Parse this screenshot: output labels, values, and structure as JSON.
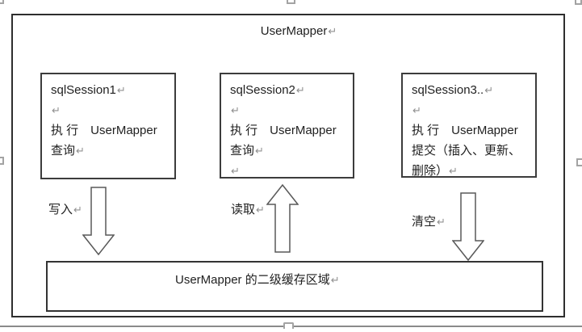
{
  "title": {
    "text": "UserMapper",
    "mark": "↵"
  },
  "session_boxes": [
    {
      "id": "sqlSession1",
      "lines": [
        {
          "t": "sqlSession1",
          "m": "↵"
        },
        {
          "t": "",
          "m": "↵"
        },
        {
          "t": "执 行　UserMapper",
          "m": ""
        },
        {
          "t": "查询",
          "m": "↵"
        }
      ]
    },
    {
      "id": "sqlSession2",
      "lines": [
        {
          "t": "sqlSession2",
          "m": "↵"
        },
        {
          "t": "",
          "m": "↵"
        },
        {
          "t": "执 行　UserMapper",
          "m": ""
        },
        {
          "t": "查询",
          "m": "↵"
        },
        {
          "t": "",
          "m": "↵"
        }
      ]
    },
    {
      "id": "sqlSession3",
      "lines": [
        {
          "t": "sqlSession3..",
          "m": "↵"
        },
        {
          "t": "",
          "m": "↵"
        },
        {
          "t": "执 行　UserMapper",
          "m": ""
        },
        {
          "t": "提交（插入、更新、",
          "m": ""
        },
        {
          "t": "删除）",
          "m": "↵"
        }
      ]
    }
  ],
  "arrows": [
    {
      "label": "写入",
      "mark": "↵",
      "direction": "down"
    },
    {
      "label": "读取",
      "mark": "↵",
      "direction": "up"
    },
    {
      "label": "清空",
      "mark": "↵",
      "direction": "down"
    }
  ],
  "cache_box": {
    "text": "UserMapper 的二级缓存区域",
    "mark": "↵"
  },
  "colors": {
    "outer_border": "#2e2e2e",
    "box_border": "#3c3c3c",
    "arrow_outline": "#595959",
    "text": "#1f1f1f",
    "paragraph_mark": "#909090",
    "canvas_handle": "#a3a3a3"
  }
}
